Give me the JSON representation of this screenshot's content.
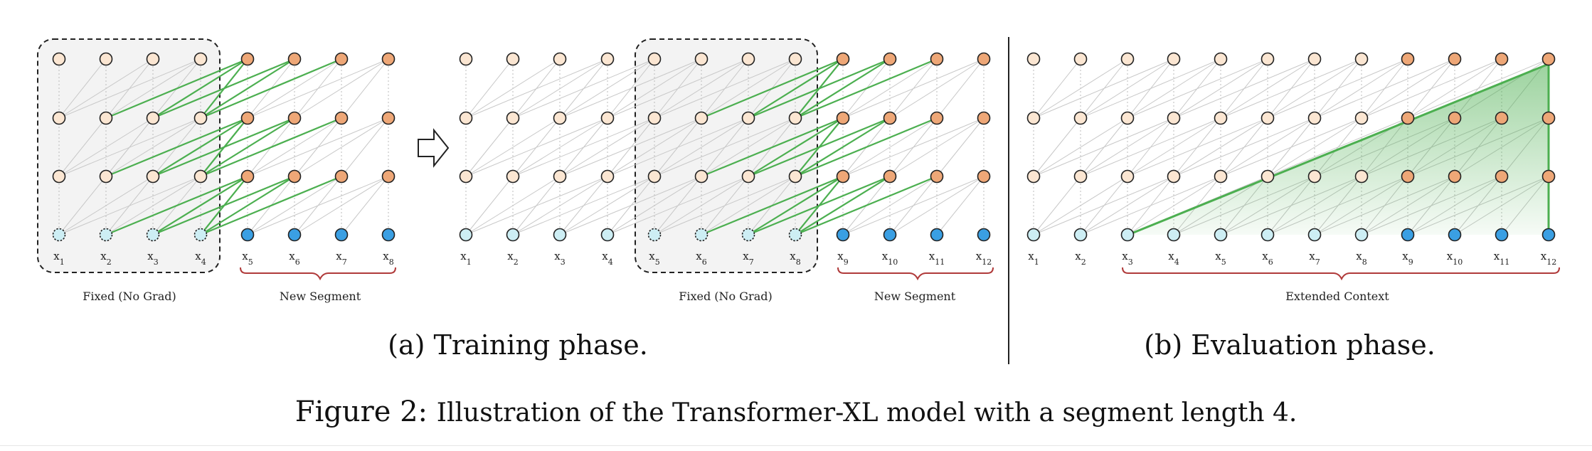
{
  "figure": {
    "caption_label": "Figure 2:",
    "caption_text": "Illustration of the Transformer-XL model with a segment length 4."
  },
  "panels": [
    {
      "id": "a",
      "subcaption": "(a) Training phase.",
      "segments": [
        {
          "tokens": [
            "x1",
            "x2",
            "x3",
            "x4",
            "x5",
            "x6",
            "x7",
            "x8"
          ],
          "fixed_label": "Fixed (No Grad)",
          "new_label": "New Segment"
        },
        {
          "tokens": [
            "x1",
            "x2",
            "x3",
            "x4",
            "x5",
            "x6",
            "x7",
            "x8",
            "x9",
            "x10",
            "x11",
            "x12"
          ],
          "fixed_label": "Fixed (No Grad)",
          "new_label": "New Segment"
        }
      ]
    },
    {
      "id": "b",
      "subcaption": "(b) Evaluation phase.",
      "tokens": [
        "x1",
        "x2",
        "x3",
        "x4",
        "x5",
        "x6",
        "x7",
        "x8",
        "x9",
        "x10",
        "x11",
        "x12"
      ],
      "extended_label": "Extended Context"
    }
  ],
  "colors": {
    "input_light": "#cdeef4",
    "input_dark": "#3a9fe3",
    "hidden_light": "#fbe6d2",
    "hidden_dark": "#eea777",
    "green_edge": "#4caf50",
    "gray_edge": "#c8c8c8",
    "brace": "#b03a3a",
    "fixed_box_fill": "#f3f3f3"
  }
}
